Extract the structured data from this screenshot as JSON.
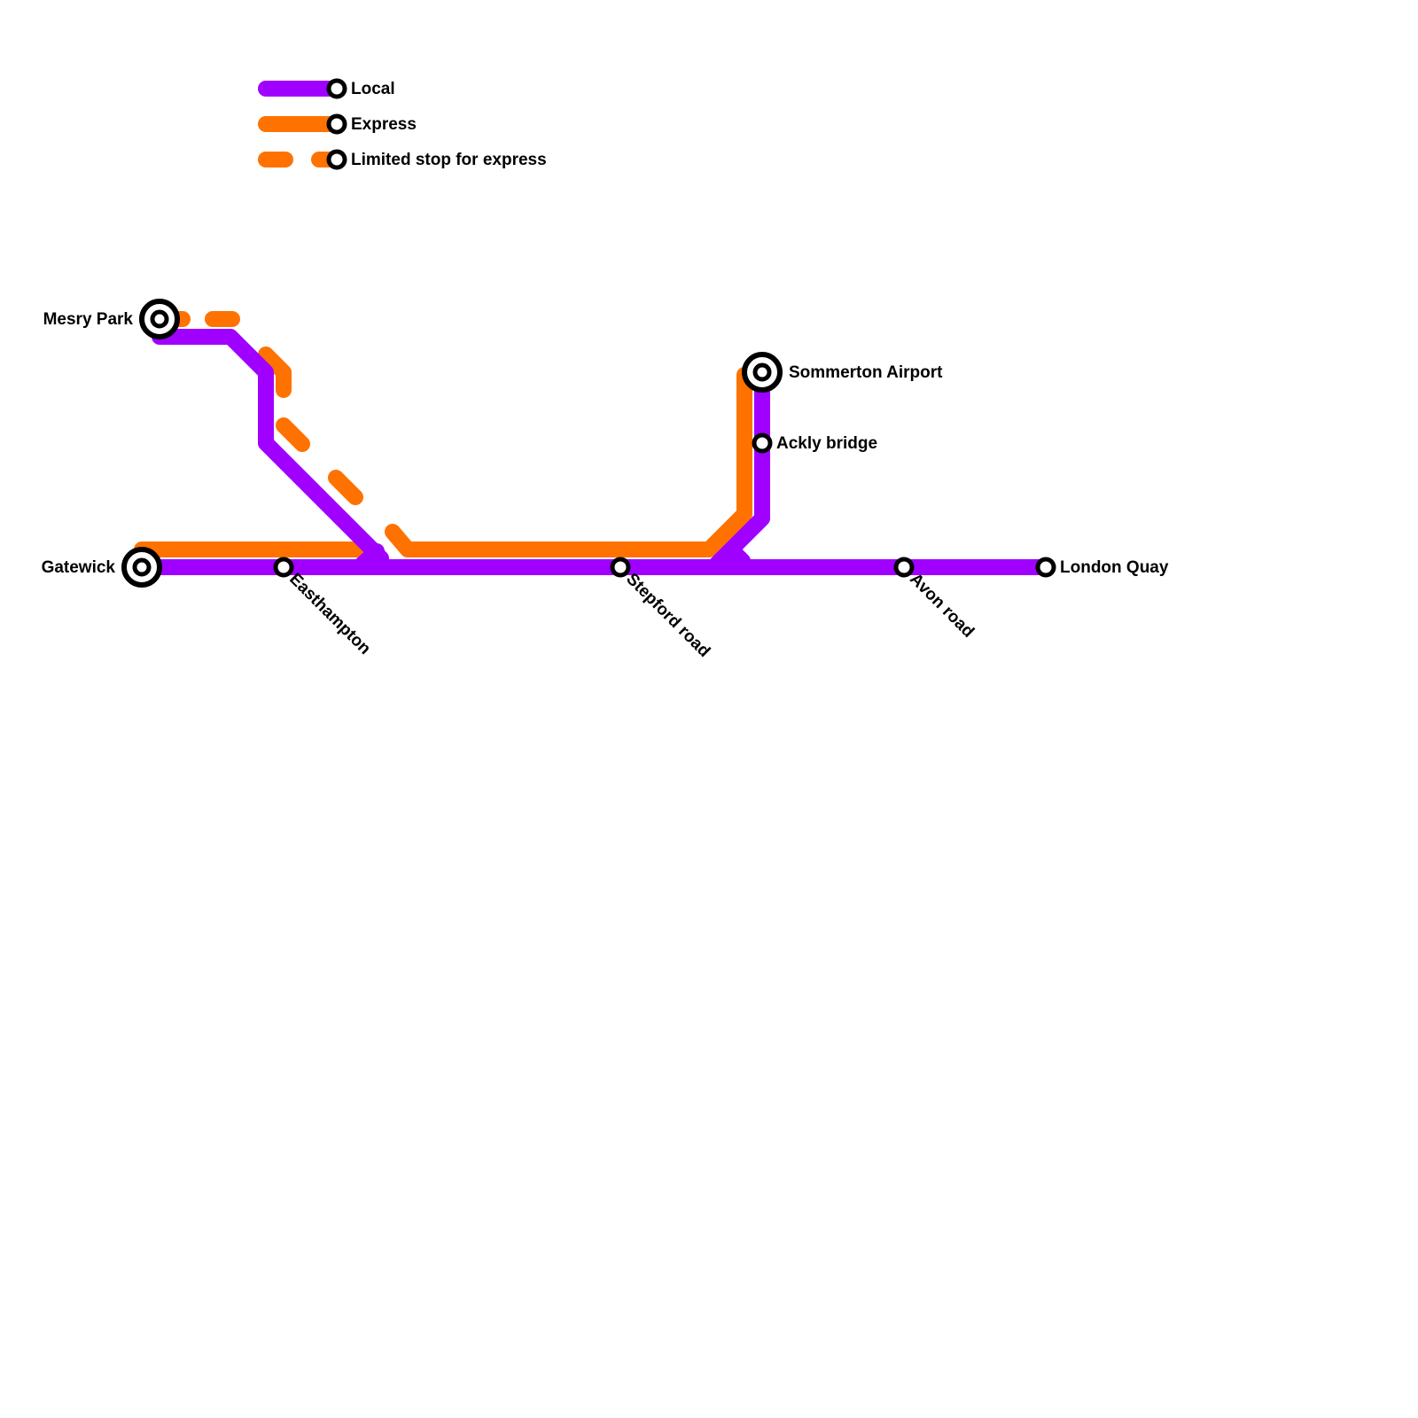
{
  "colors": {
    "local": "#A000FF",
    "express": "#FF7200",
    "background": "#FFFFFF",
    "station_stroke": "#000000",
    "station_fill": "#FFFFFF"
  },
  "legend": {
    "items": [
      {
        "key": "local",
        "label": "Local",
        "style": "solid"
      },
      {
        "key": "express",
        "label": "Express",
        "style": "solid"
      },
      {
        "key": "limited",
        "label": "Limited stop for express",
        "style": "dashed"
      }
    ]
  },
  "stations": {
    "mesry_park": {
      "name": "Mesry Park",
      "type": "interchange"
    },
    "gatewick": {
      "name": "Gatewick",
      "type": "interchange"
    },
    "easthampton": {
      "name": "Easthampton",
      "type": "stop"
    },
    "stepford_road": {
      "name": "Stepford road",
      "type": "stop"
    },
    "sommerton_airport": {
      "name": "Sommerton Airport",
      "type": "interchange"
    },
    "ackly_bridge": {
      "name": "Ackly bridge",
      "type": "stop"
    },
    "avon_road": {
      "name": "Avon road",
      "type": "stop"
    },
    "london_quay": {
      "name": "London Quay",
      "type": "stop"
    }
  },
  "routes": [
    {
      "name": "Local",
      "color_key": "local",
      "stops": [
        "Mesry Park",
        "Gatewick",
        "Easthampton",
        "Stepford road",
        "Sommerton Airport",
        "Ackly bridge",
        "Avon road",
        "London Quay"
      ]
    },
    {
      "name": "Express",
      "color_key": "express",
      "stops": [
        "Gatewick",
        "Stepford road",
        "Sommerton Airport"
      ]
    },
    {
      "name": "Limited stop for express",
      "color_key": "express",
      "stops": [
        "Mesry Park"
      ]
    }
  ]
}
